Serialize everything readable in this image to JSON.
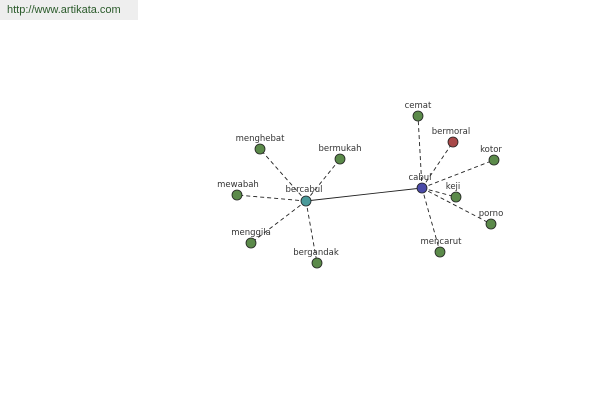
{
  "watermark": {
    "url": "http://www.artikata.com"
  },
  "colors": {
    "leaf": "#5b8a4a",
    "hub_left": "#4a9a9a",
    "hub_right": "#4a4aa8",
    "highlight": "#a84848",
    "stroke": "#222222"
  },
  "graph": {
    "nodes": [
      {
        "id": "bercabul",
        "label": "bercabul",
        "kind": "hub_left"
      },
      {
        "id": "cabul",
        "label": "cabul",
        "kind": "hub_right"
      },
      {
        "id": "menghebat",
        "label": "menghebat",
        "kind": "leaf"
      },
      {
        "id": "bermukah",
        "label": "bermukah",
        "kind": "leaf"
      },
      {
        "id": "mewabah",
        "label": "mewabah",
        "kind": "leaf"
      },
      {
        "id": "menggila",
        "label": "menggila",
        "kind": "leaf"
      },
      {
        "id": "bergandak",
        "label": "bergandak",
        "kind": "leaf"
      },
      {
        "id": "cemat",
        "label": "cemat",
        "kind": "leaf"
      },
      {
        "id": "bermoral",
        "label": "bermoral",
        "kind": "highlight"
      },
      {
        "id": "kotor",
        "label": "kotor",
        "kind": "leaf"
      },
      {
        "id": "keji",
        "label": "keji",
        "kind": "leaf"
      },
      {
        "id": "porno",
        "label": "porno",
        "kind": "leaf"
      },
      {
        "id": "mencarut",
        "label": "mencarut",
        "kind": "leaf"
      }
    ],
    "edges": [
      {
        "source": "bercabul",
        "target": "cabul",
        "style": "solid"
      },
      {
        "source": "bercabul",
        "target": "menghebat",
        "style": "dashed"
      },
      {
        "source": "bercabul",
        "target": "bermukah",
        "style": "dashed"
      },
      {
        "source": "bercabul",
        "target": "mewabah",
        "style": "dashed"
      },
      {
        "source": "bercabul",
        "target": "menggila",
        "style": "dashed"
      },
      {
        "source": "bercabul",
        "target": "bergandak",
        "style": "dashed"
      },
      {
        "source": "cabul",
        "target": "cemat",
        "style": "dashed"
      },
      {
        "source": "cabul",
        "target": "bermoral",
        "style": "dashed"
      },
      {
        "source": "cabul",
        "target": "kotor",
        "style": "dashed"
      },
      {
        "source": "cabul",
        "target": "keji",
        "style": "dashed"
      },
      {
        "source": "cabul",
        "target": "porno",
        "style": "dashed"
      },
      {
        "source": "cabul",
        "target": "mencarut",
        "style": "dashed"
      }
    ]
  }
}
